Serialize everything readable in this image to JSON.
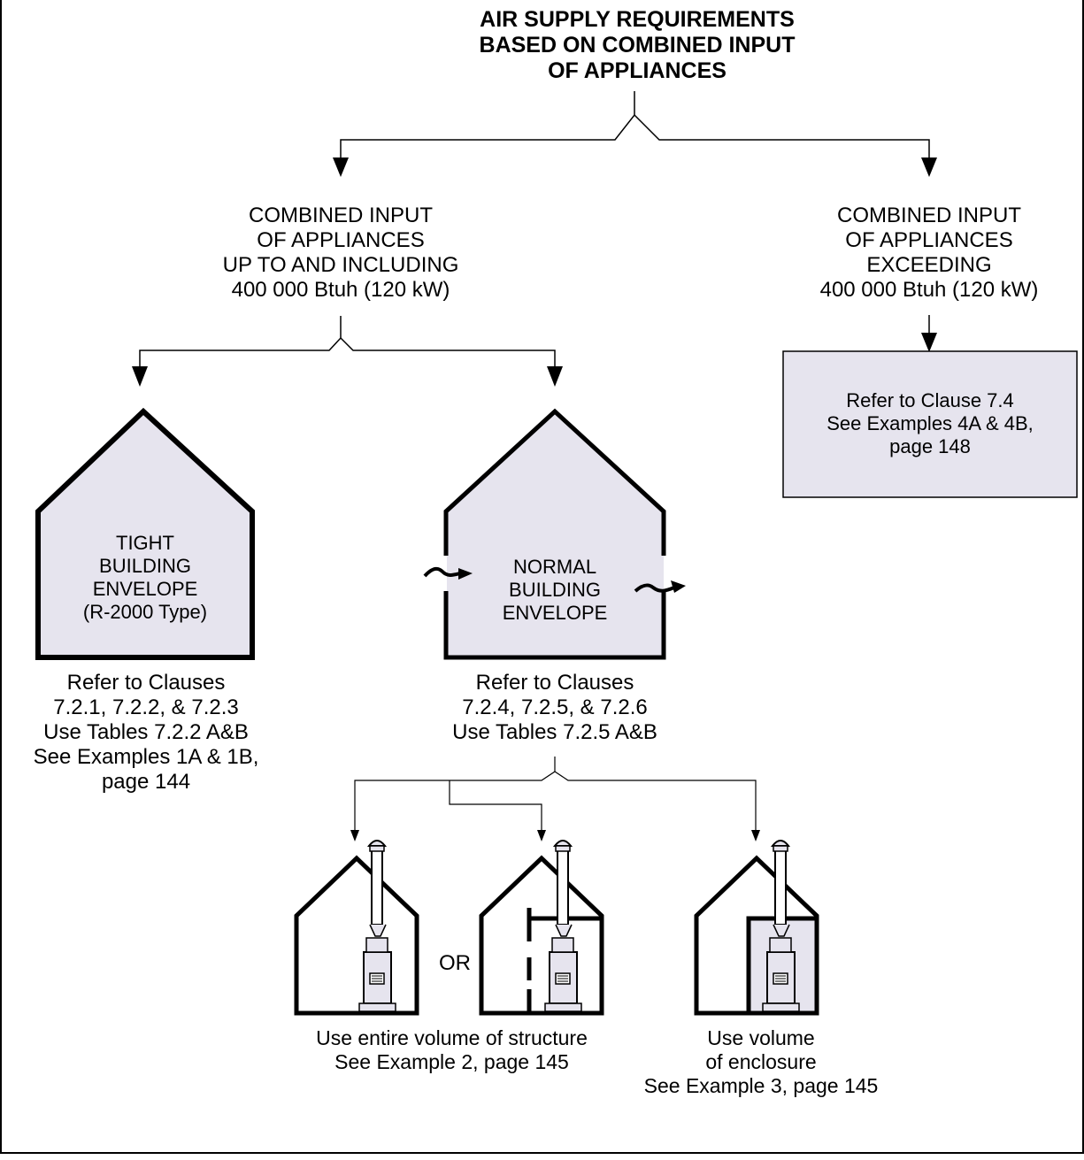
{
  "title": {
    "lines": [
      "AIR SUPPLY REQUIREMENTS",
      "BASED ON COMBINED INPUT",
      "OF APPLIANCES"
    ]
  },
  "left_branch": {
    "lines": [
      "COMBINED INPUT",
      "OF  APPLIANCES",
      "UP TO AND INCLUDING",
      "400 000 Btuh (120 kW)"
    ]
  },
  "right_branch": {
    "lines": [
      "COMBINED INPUT",
      "OF  APPLIANCES",
      "EXCEEDING",
      "400 000 Btuh (120 kW)"
    ]
  },
  "right_box": {
    "lines": [
      "Refer to Clause 7.4",
      "See Examples 4A & 4B,",
      "page 148"
    ]
  },
  "tight_house": {
    "lines": [
      "TIGHT",
      "BUILDING",
      "ENVELOPE",
      "(R-2000 Type)"
    ],
    "caption": [
      "Refer to Clauses",
      "7.2.1, 7.2.2, & 7.2.3",
      "Use Tables 7.2.2 A&B",
      "See Examples 1A & 1B,",
      "page 144"
    ]
  },
  "normal_house": {
    "lines": [
      "NORMAL",
      "BUILDING",
      "ENVELOPE"
    ],
    "caption": [
      "Refer to Clauses",
      "7.2.4, 7.2.5, & 7.2.6",
      "Use Tables 7.2.5 A&B"
    ]
  },
  "or_label": "OR",
  "structure_caption": [
    "Use entire volume of structure",
    "See Example 2, page 145"
  ],
  "enclosure_caption": [
    "Use volume",
    "of enclosure",
    "See Example 3, page 145"
  ],
  "colors": {
    "fill": "#e6e4ee",
    "stroke": "#000000",
    "background": "#ffffff"
  }
}
